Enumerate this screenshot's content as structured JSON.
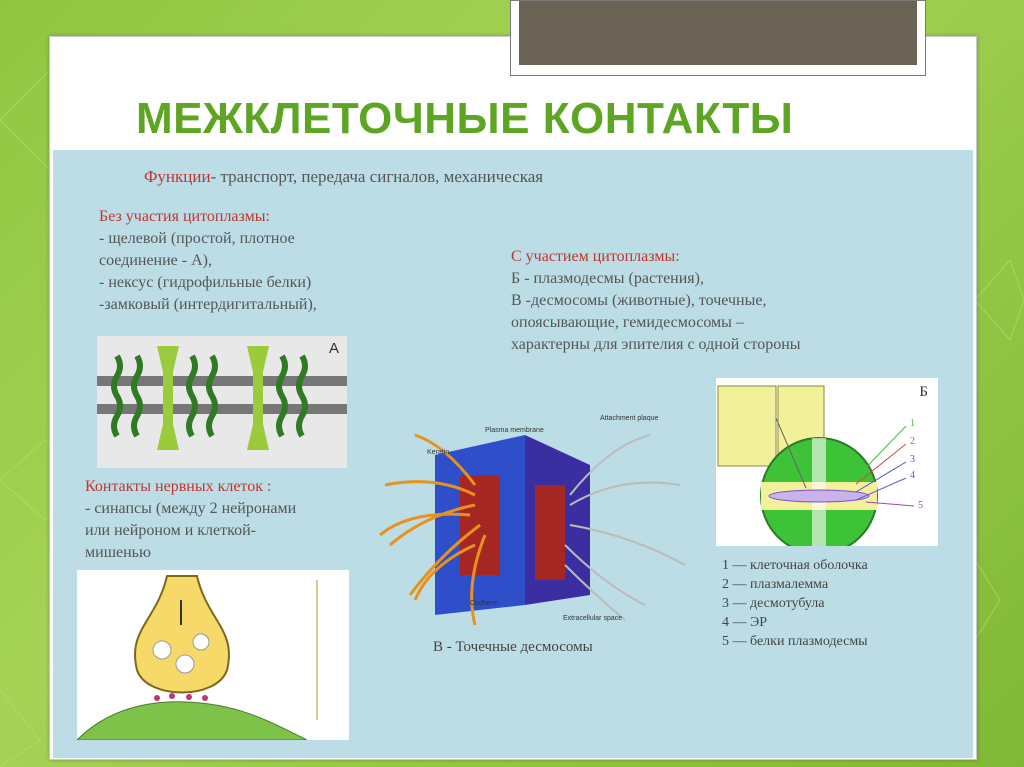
{
  "title": "МЕЖКЛЕТОЧНЫЕ КОНТАКТЫ",
  "functions": {
    "label": "Функции",
    "text": "- транспорт, передача сигналов, механическая"
  },
  "without_cytoplasm": {
    "heading": "Без участия цитоплазмы:",
    "lines": [
      "- щелевой (простой, плотное",
      "соединение - А),",
      "- нексус (гидрофильные белки)",
      "-замковый (интердигитальный),"
    ]
  },
  "with_cytoplasm": {
    "heading": "С участием цитоплазмы:",
    "lines": [
      "Б - плазмодесмы (растения),",
      "В -десмосомы (животные), точечные,",
      "опоясывающие, гемидесмосомы –",
      "характерны для эпителия с одной стороны"
    ]
  },
  "nerve_contacts": {
    "heading": "Контакты нервных клеток :",
    "lines": [
      "- синапсы  (между 2 нейронами",
      "или нейроном и клеткой-",
      "мишенью"
    ]
  },
  "figure_a": {
    "label": "А"
  },
  "figure_b": {
    "label": "Б",
    "numbers": [
      "1",
      "2",
      "3",
      "4",
      "5"
    ]
  },
  "desmosome": {
    "caption": "В - Точечные десмосомы",
    "labels": [
      "Plasma membrane",
      "Attachment plaque",
      "Keratin",
      "Cadherin",
      "Extracellular space"
    ]
  },
  "legend": [
    "1 — клеточная оболочка",
    "2 — плазмалемма",
    "3 — десмотубула",
    "4 — ЭР",
    "5 — белки плазмодесмы"
  ],
  "colors": {
    "title": "#5ea524",
    "accent_red": "#c2352f",
    "content_bg": "#bcdde6"
  }
}
